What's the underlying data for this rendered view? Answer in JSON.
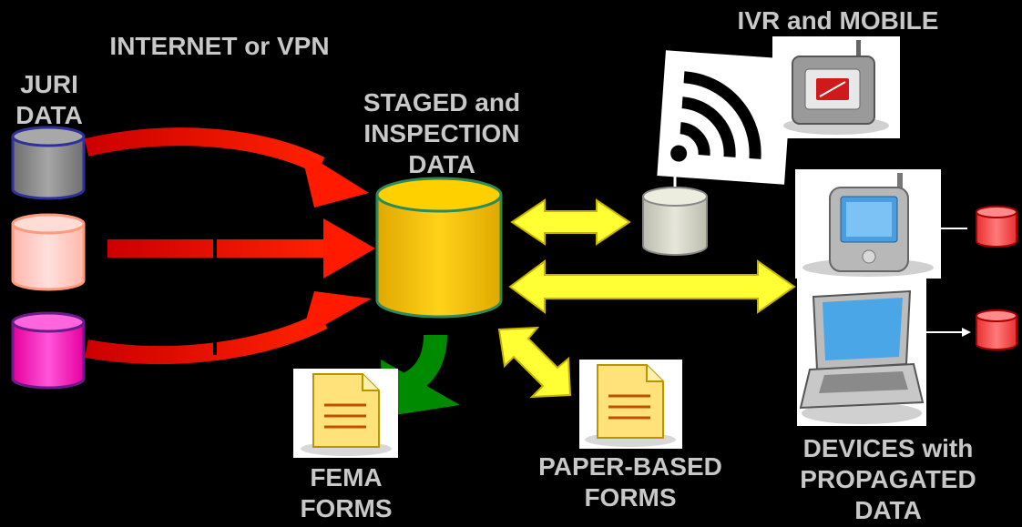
{
  "labels": {
    "internet": "INTERNET or VPN",
    "juri": "JURI DATA",
    "staged": "STAGED and INSPECTION DATA",
    "ivr": "IVR and MOBILE",
    "devices": "DEVICES with PROPAGATED DATA",
    "paper": "PAPER-BASED FORMS",
    "fema": "FEMA FORMS"
  },
  "colors": {
    "background": "#000000",
    "label": "#c8c8c8",
    "arrow_red": "#ff1a00",
    "arrow_yellow": "#ffff33",
    "arrow_green": "#008a00",
    "db_gray": "#8c8c8c",
    "db_peach": "#ffc8c0",
    "db_magenta": "#ff33cc",
    "db_gold": "#f5c000",
    "db_small_red": "#ff4a4a",
    "db_beige": "#d6d6c8"
  },
  "icons": [
    "wireless-signal-icon",
    "flip-phone-icon",
    "pda-phone-icon",
    "laptop-icon",
    "document-icon"
  ]
}
